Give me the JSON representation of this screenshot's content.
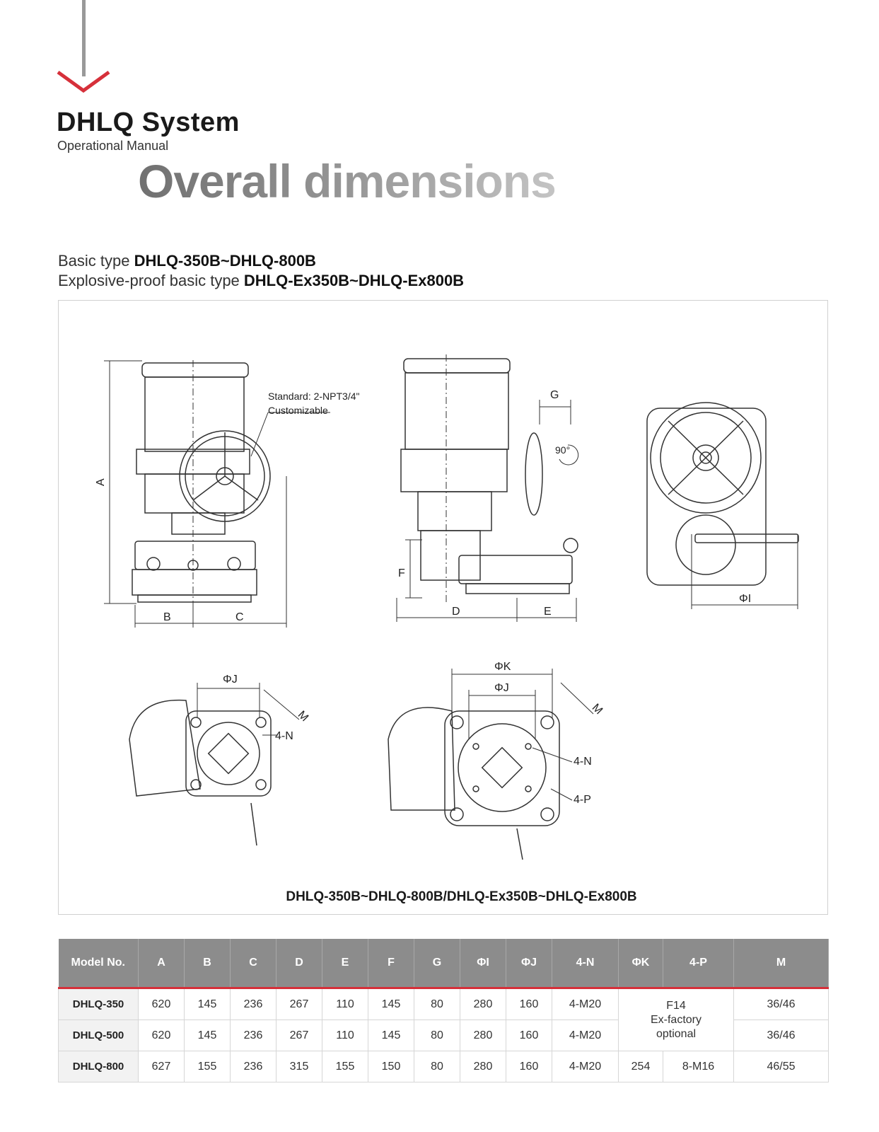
{
  "header": {
    "brand": "DHLQ  System",
    "subtitle": "Operational Manual",
    "headline": "Overall dimensions"
  },
  "types": {
    "basic_label": "Basic type ",
    "basic_model": "DHLQ-350B~DHLQ-800B",
    "ex_label": "Explosive-proof basic type ",
    "ex_model": "DHLQ-Ex350B~DHLQ-Ex800B"
  },
  "drawing": {
    "caption": "DHLQ-350B~DHLQ-800B/DHLQ-Ex350B~DHLQ-Ex800B",
    "note_line1": "Standard: 2-NPT3/4\"",
    "note_line2": "Customizable",
    "label_A": "A",
    "label_B": "B",
    "label_C": "C",
    "label_D": "D",
    "label_E": "E",
    "label_F": "F",
    "label_G": "G",
    "angle": "90°",
    "label_PhiI": "ΦI",
    "label_PhiJ": "ΦJ",
    "label_PhiK": "ΦK",
    "label_M": "M",
    "label_4N": "4-N",
    "label_4P": "4-P"
  },
  "table": {
    "headers": [
      "Model No.",
      "A",
      "B",
      "C",
      "D",
      "E",
      "F",
      "G",
      "ΦI",
      "ΦJ",
      "4-N",
      "ΦK",
      "4-P",
      "M"
    ],
    "rows": [
      [
        "DHLQ-350",
        "620",
        "145",
        "236",
        "267",
        "110",
        "145",
        "80",
        "280",
        "160",
        "4-M20",
        "36/46"
      ],
      [
        "DHLQ-500",
        "620",
        "145",
        "236",
        "267",
        "110",
        "145",
        "80",
        "280",
        "160",
        "4-M20",
        "36/46"
      ],
      [
        "DHLQ-800",
        "627",
        "155",
        "236",
        "315",
        "155",
        "150",
        "80",
        "280",
        "160",
        "4-M20",
        "254",
        "8-M16",
        "46/55"
      ]
    ],
    "merged_line1": "F14",
    "merged_line2": "Ex-factory",
    "merged_line3": "optional"
  },
  "colors": {
    "accent": "#d6303a",
    "header_bg": "#8c8c8c",
    "marker_grey": "#999999"
  }
}
